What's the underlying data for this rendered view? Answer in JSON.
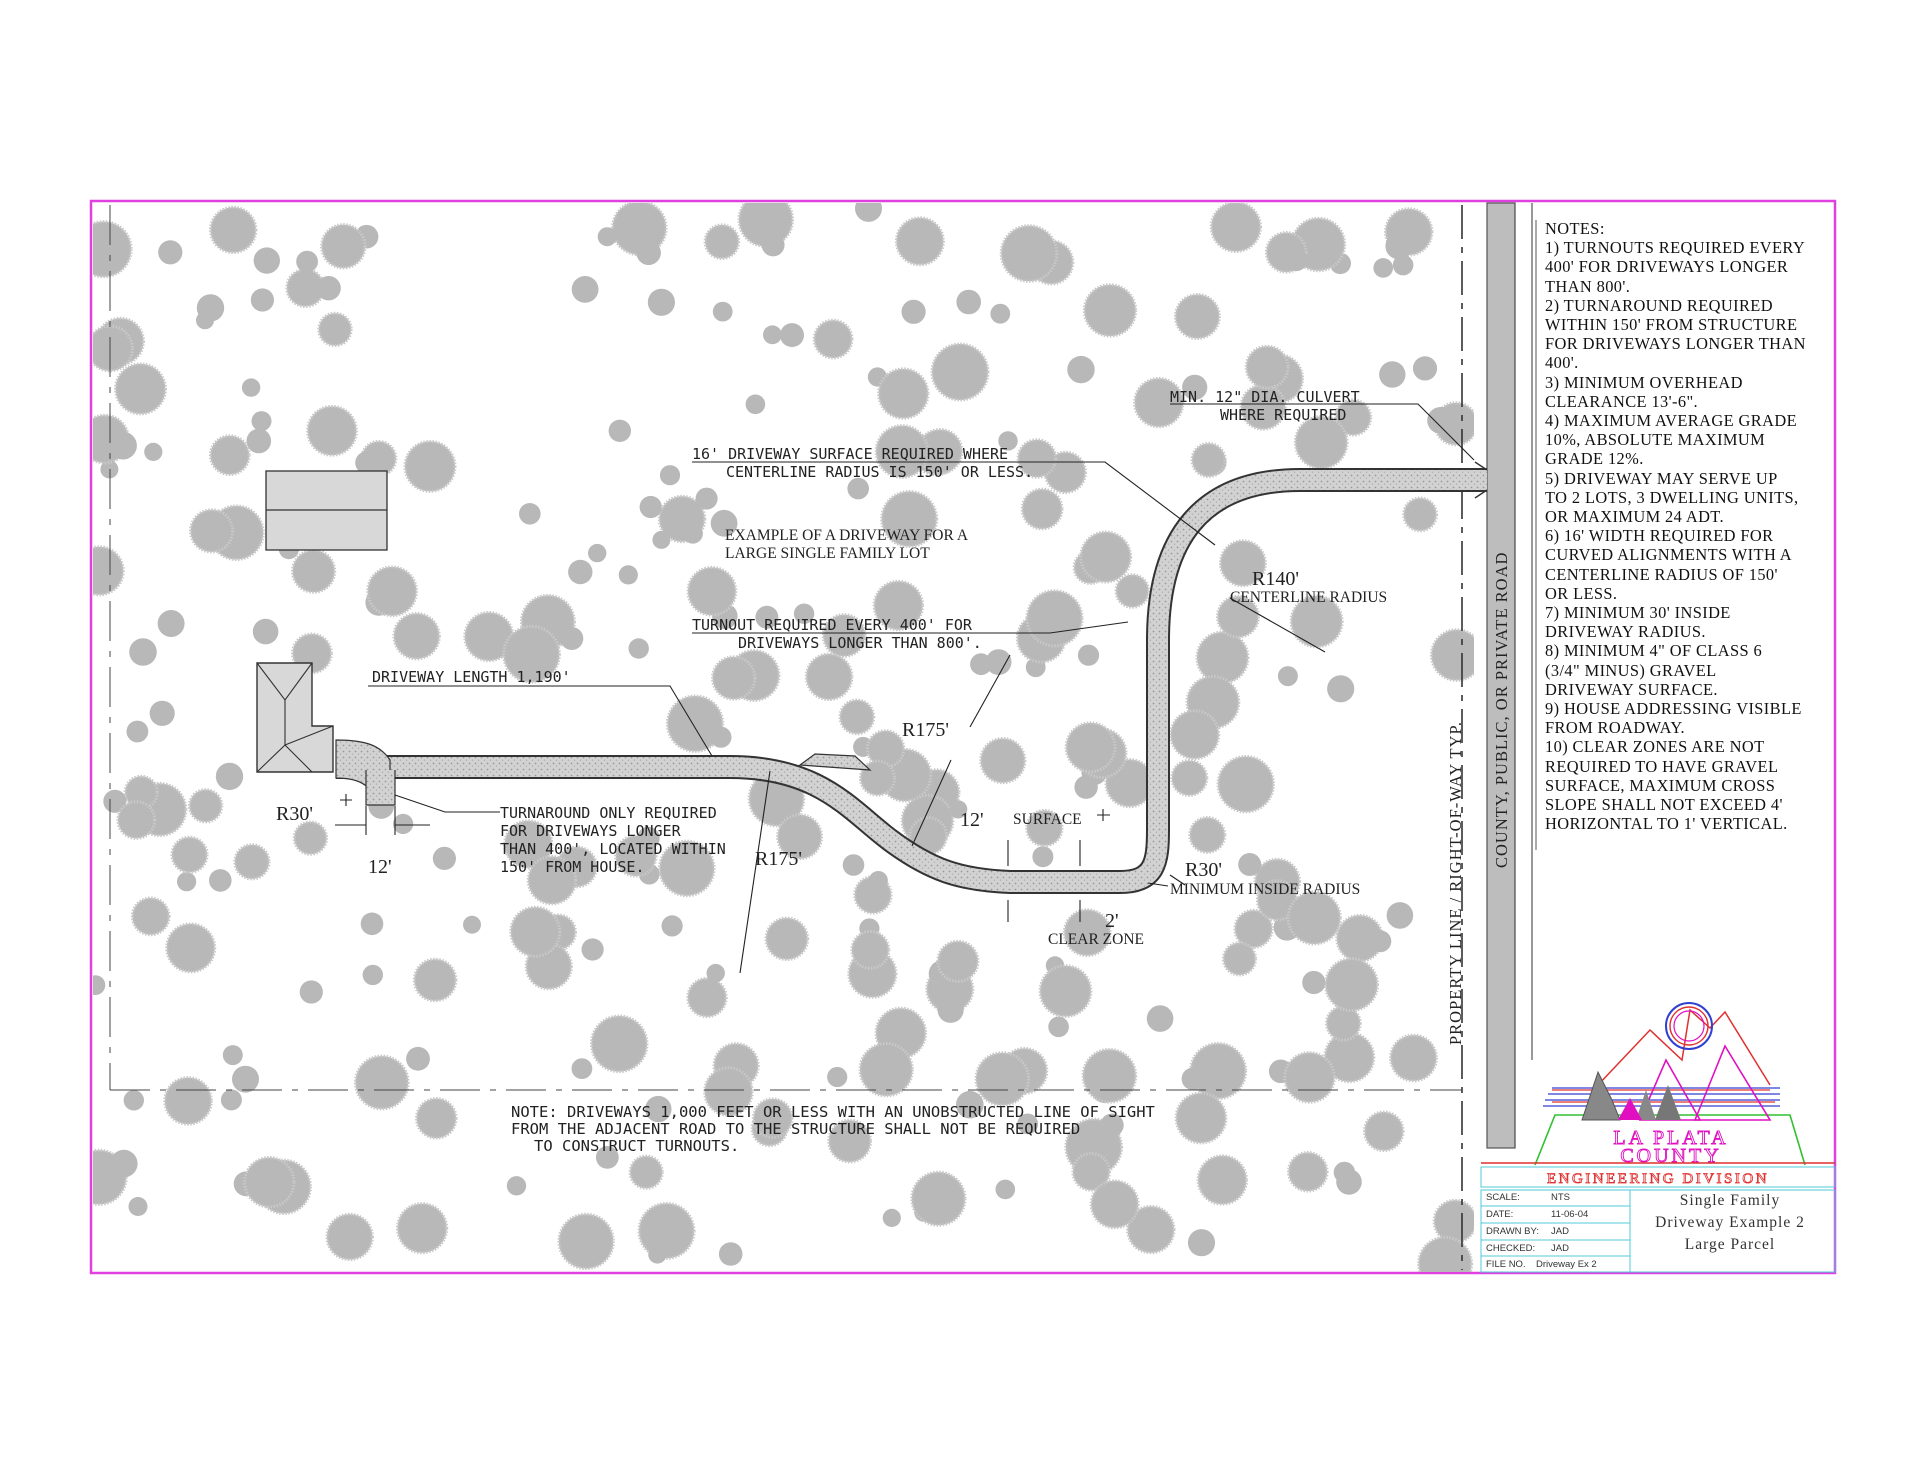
{
  "labels": {
    "culvert_1": "MIN. 12\" DIA. CULVERT",
    "culvert_2": "WHERE REQUIRED",
    "surface16_1": "16' DRIVEWAY SURFACE REQUIRED WHERE",
    "surface16_2": "CENTERLINE RADIUS IS 150' OR LESS.",
    "example_1": "EXAMPLE OF A DRIVEWAY FOR A",
    "example_2": "LARGE SINGLE FAMILY LOT",
    "turnout_1": "TURNOUT REQUIRED EVERY 400' FOR",
    "turnout_2": "DRIVEWAYS LONGER THAN 800'.",
    "r140": "R140'",
    "centerline_radius": "CENTERLINE RADIUS",
    "driveway_length": "DRIVEWAY LENGTH 1,190'",
    "r175_top": "R175'",
    "r175_bottom": "R175'",
    "r30_left": "R30'",
    "twelve_left": "12'",
    "turnaround_1": "TURNAROUND ONLY REQUIRED",
    "turnaround_2": "FOR DRIVEWAYS LONGER",
    "turnaround_3": "THAN 400', LOCATED WITHIN",
    "turnaround_4": "150' FROM HOUSE.",
    "twelve_surface": "12'",
    "surface": "SURFACE",
    "r30_right": "R30'",
    "min_inside_radius": "MINIMUM INSIDE RADIUS",
    "two_ft": "2'",
    "clear_zone": "CLEAR ZONE",
    "property_line": "PROPERTY LINE / RIGHT-OF-WAY TYP.",
    "road": "COUNTY, PUBLIC, OR PRIVATE ROAD",
    "bottom_note_1": "NOTE: DRIVEWAYS 1,000 FEET OR LESS WITH AN UNOBSTRUCTED LINE OF SIGHT",
    "bottom_note_2": "FROM THE ADJACENT ROAD TO THE STRUCTURE SHALL NOT BE REQUIRED",
    "bottom_note_3": "TO CONSTRUCT TURNOUTS."
  },
  "notes": {
    "title": "NOTES:",
    "items": [
      "1) TURNOUTS REQUIRED EVERY\n400' FOR DRIVEWAYS LONGER\nTHAN 800'.",
      "2) TURNAROUND REQUIRED\nWITHIN 150' FROM STRUCTURE\nFOR DRIVEWAYS LONGER THAN\n400'.",
      "3) MINIMUM OVERHEAD\nCLEARANCE 13'-6\".",
      "4) MAXIMUM AVERAGE GRADE\n10%, ABSOLUTE MAXIMUM\nGRADE 12%.",
      "5) DRIVEWAY MAY SERVE UP\nTO 2 LOTS, 3 DWELLING UNITS,\nOR MAXIMUM 24 ADT.",
      "6) 16' WIDTH REQUIRED FOR\nCURVED ALIGNMENTS WITH A\nCENTERLINE RADIUS OF 150'\nOR LESS.",
      "7) MINIMUM 30' INSIDE\nDRIVEWAY RADIUS.",
      "8) MINIMUM 4\" OF CLASS 6\n(3/4\" MINUS) GRAVEL\nDRIVEWAY SURFACE.",
      "9) HOUSE ADDRESSING VISIBLE\nFROM ROADWAY.",
      "10) CLEAR ZONES ARE NOT\nREQUIRED TO HAVE GRAVEL\nSURFACE, MAXIMUM CROSS\nSLOPE SHALL NOT EXCEED 4'\nHORIZONTAL TO 1' VERTICAL."
    ]
  },
  "title_block": {
    "logo_line1": "LA PLATA",
    "logo_line2": "COUNTY",
    "division": "ENGINEERING DIVISION",
    "scale_label": "SCALE:",
    "scale_value": "NTS",
    "date_label": "DATE:",
    "date_value": "11-06-04",
    "drawn_label": "DRAWN BY:",
    "drawn_value": "JAD",
    "checked_label": "CHECKED:",
    "checked_value": "JAD",
    "file_label": "FILE NO.",
    "file_value": "Driveway Ex 2",
    "title_line1": "Single Family",
    "title_line2": "Driveway Example 2",
    "title_line3": "Large Parcel"
  },
  "colors": {
    "border": "#e040e0",
    "tree": "#b8b8b8",
    "gravel": "#d4d4d4",
    "logo_red": "#e03030",
    "logo_green": "#30c030",
    "logo_blue": "#3040d0",
    "logo_magenta": "#e010c0",
    "titleblock_cyan": "#50c8d8"
  }
}
